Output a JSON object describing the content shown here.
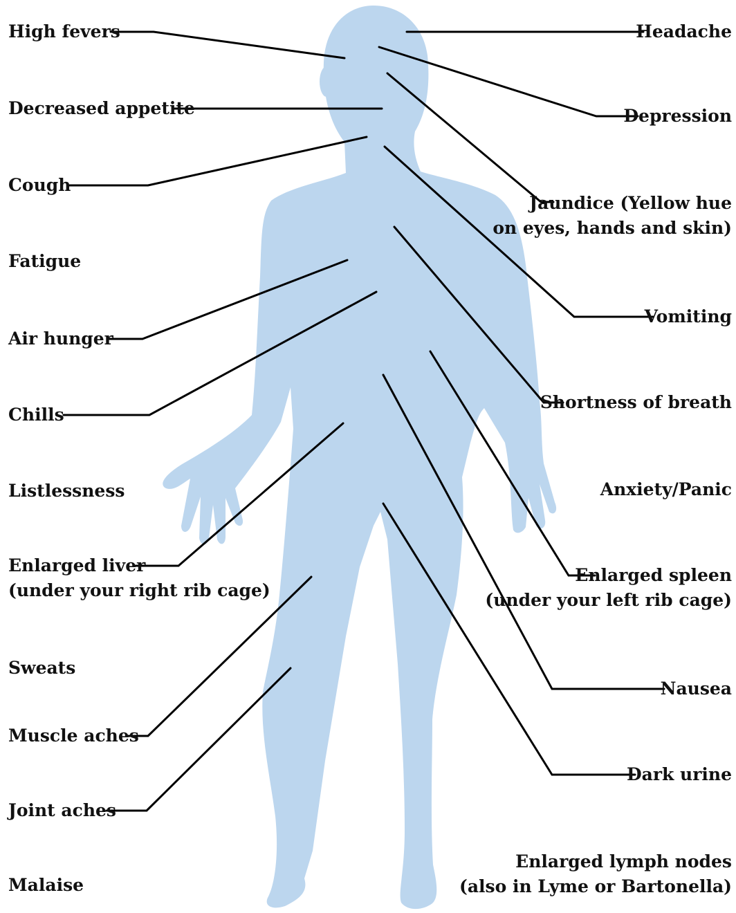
{
  "colors": {
    "body_silhouette": "#bcd6ee",
    "leader_line": "#000000",
    "label_text": "#111111",
    "background": "#ffffff"
  },
  "left_labels": [
    {
      "id": "high-fevers",
      "text": "High fevers"
    },
    {
      "id": "decreased-appetite",
      "text": "Decreased appetite"
    },
    {
      "id": "cough",
      "text": "Cough"
    },
    {
      "id": "fatigue",
      "text": "Fatigue"
    },
    {
      "id": "air-hunger",
      "text": "Air hunger"
    },
    {
      "id": "chills",
      "text": "Chills"
    },
    {
      "id": "listlessness",
      "text": "Listlessness"
    },
    {
      "id": "enlarged-liver",
      "text": "Enlarged liver",
      "text2": "(under your right rib cage)"
    },
    {
      "id": "sweats",
      "text": "Sweats"
    },
    {
      "id": "muscle-aches",
      "text": "Muscle aches"
    },
    {
      "id": "joint-aches",
      "text": "Joint aches"
    },
    {
      "id": "malaise",
      "text": "Malaise"
    }
  ],
  "right_labels": [
    {
      "id": "headache",
      "text": "Headache"
    },
    {
      "id": "depression",
      "text": "Depression"
    },
    {
      "id": "jaundice",
      "text": "Jaundice (Yellow hue",
      "text2": "on eyes, hands and skin)"
    },
    {
      "id": "vomiting",
      "text": "Vomiting"
    },
    {
      "id": "shortness-of-breath",
      "text": "Shortness of breath"
    },
    {
      "id": "anxiety-panic",
      "text": "Anxiety/Panic"
    },
    {
      "id": "enlarged-spleen",
      "text": "Enlarged spleen",
      "text2": "(under your left rib cage)"
    },
    {
      "id": "nausea",
      "text": "Nausea"
    },
    {
      "id": "dark-urine",
      "text": "Dark urine"
    },
    {
      "id": "enlarged-lymph-nodes",
      "text": "Enlarged lymph nodes",
      "text2": "(also in Lyme or Bartonella)"
    }
  ]
}
